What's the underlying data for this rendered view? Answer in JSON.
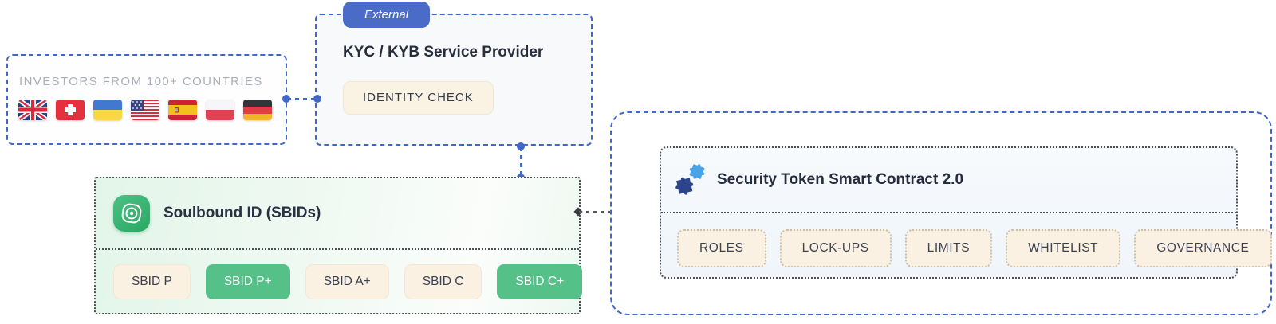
{
  "colors": {
    "accent_blue": "#4067c9",
    "badge_blue": "#4a6cc8",
    "cream": "#fbf1e2",
    "green": "#55c189",
    "muted_gray": "#a9aeb9",
    "dark_text": "#272f3e"
  },
  "investors": {
    "label": "INVESTORS FROM 100+ COUNTRIES",
    "flags": [
      "United Kingdom",
      "Switzerland",
      "Ukraine",
      "United States",
      "Spain",
      "Poland",
      "Germany"
    ]
  },
  "kyc": {
    "badge": "External",
    "title": "KYC / KYB Service Provider",
    "button": "IDENTITY CHECK"
  },
  "soulbound": {
    "title": "Soulbound ID (SBIDs)",
    "badges": [
      {
        "label": "SBID P",
        "variant": "cream"
      },
      {
        "label": "SBID P+",
        "variant": "green"
      },
      {
        "label": "SBID A+",
        "variant": "cream"
      },
      {
        "label": "SBID C",
        "variant": "cream"
      },
      {
        "label": "SBID C+",
        "variant": "green"
      }
    ]
  },
  "contract": {
    "title": "Security Token Smart Contract 2.0",
    "badges": [
      "ROLES",
      "LOCK-UPS",
      "LIMITS",
      "WHITELIST",
      "GOVERNANCE"
    ]
  }
}
